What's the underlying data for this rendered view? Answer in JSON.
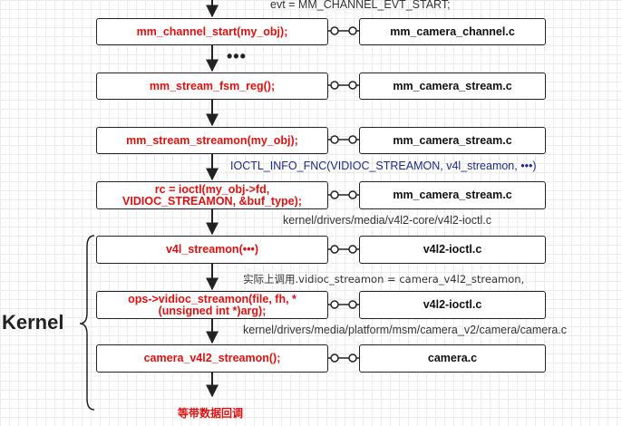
{
  "top_note": "evt = MM_CHANNEL_EVT_START;",
  "ellipsis": "•••",
  "rows": [
    {
      "fn": "mm_channel_start(my_obj);",
      "file": "mm_camera_channel.c"
    },
    {
      "fn": "mm_stream_fsm_reg();",
      "file": "mm_camera_stream.c"
    },
    {
      "fn": "mm_stream_streamon(my_obj);",
      "file": "mm_camera_stream.c"
    },
    {
      "fn_line1": "rc = ioctl(my_obj->fd,",
      "fn_line2": "VIDIOC_STREAMON, &buf_type);",
      "file": "mm_camera_stream.c"
    },
    {
      "fn": "v4l_streamon(•••)",
      "file": "v4l2-ioctl.c"
    },
    {
      "fn_line1": "ops->vidioc_streamon(file, fh, *",
      "fn_line2": "(unsigned int *)arg);",
      "file": "v4l2-ioctl.c"
    },
    {
      "fn": "camera_v4l2_streamon();",
      "file": "camera.c"
    }
  ],
  "notes": {
    "ioctl_info": "IOCTL_INFO_FNC(VIDIOC_STREAMON, v4l_streamon, •••)",
    "v4l2_ioctl_path": "kernel/drivers/media/v4l2-core/v4l2-ioctl.c",
    "actual_call": "实际上调用.vidioc_streamon =  camera_v4l2_streamon,",
    "camera_path": "kernel/drivers/media/platform/msm/camera_v2/camera/camera.c"
  },
  "kernel_label": "Kernel",
  "callback_label": "等带数据回调",
  "colors": {
    "function_text": "#e01010",
    "file_text": "#111111",
    "ioctl_note": "#1a2a88",
    "border": "#222222"
  }
}
